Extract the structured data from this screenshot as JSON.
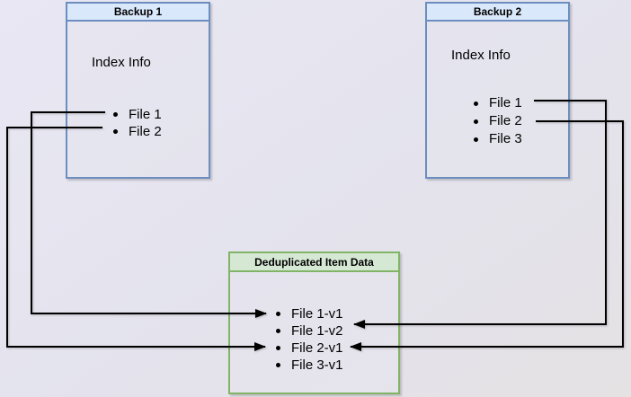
{
  "diagram": {
    "backup1": {
      "title": "Backup 1",
      "index_label": "Index Info",
      "files": [
        "File 1",
        "File 2"
      ]
    },
    "backup2": {
      "title": "Backup 2",
      "index_label": "Index Info",
      "files": [
        "File 1",
        "File 2",
        "File 3"
      ]
    },
    "dedup_store": {
      "title": "Deduplicated Item Data",
      "items": [
        "File 1-v1",
        "File 1-v2",
        "File 2-v1",
        "File 3-v1"
      ]
    },
    "connections": [
      {
        "from": "Backup 1 / File 1",
        "to": "File 1-v1"
      },
      {
        "from": "Backup 1 / File 2",
        "to": "File 2-v1"
      },
      {
        "from": "Backup 2 / File 1",
        "to": "File 1-v2"
      },
      {
        "from": "Backup 2 / File 2",
        "to": "File 2-v1"
      }
    ],
    "colors": {
      "backup_header_fill": "#dae8fc",
      "backup_stroke": "#6c8ebf",
      "dedup_header_fill": "#d5e8d4",
      "dedup_stroke": "#82b366",
      "arrow": "#000000"
    }
  }
}
